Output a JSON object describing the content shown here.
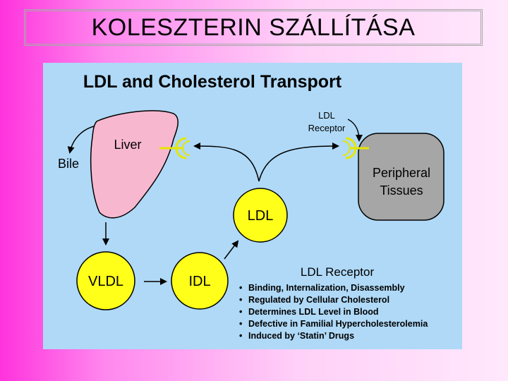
{
  "slide": {
    "title": "KOLESZTERIN SZÁLLÍTÁSA"
  },
  "diagram": {
    "title": "LDL and Cholesterol Transport",
    "nodes": {
      "liver": "Liver",
      "bile": "Bile",
      "peripheral_line1": "Peripheral",
      "peripheral_line2": "Tissues",
      "ldl": "LDL",
      "vldl": "VLDL",
      "idl": "IDL",
      "receptor_line1": "LDL",
      "receptor_line2": "Receptor"
    },
    "colors": {
      "panel": "#afd9f7",
      "liver": "#f7b8cf",
      "tissues": "#a6a6a6",
      "lipoprotein": "#ffff1a",
      "receptor": "#e6e600"
    },
    "legend": {
      "heading": "LDL Receptor",
      "items": [
        "Binding, Internalization, Disassembly",
        "Regulated by Cellular Cholesterol",
        "Determines LDL Level in Blood",
        "Defective in Familial Hypercholesterolemia",
        "Induced by ‘Statin’ Drugs"
      ]
    }
  }
}
